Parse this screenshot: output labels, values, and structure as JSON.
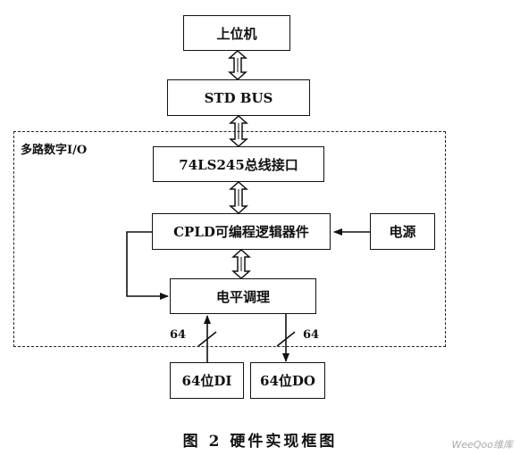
{
  "diagram": {
    "nodes": {
      "host": "上位机",
      "std_bus": "STD BUS",
      "interface": "74LS245总线接口",
      "cpld": "CPLD可编程逻辑器件",
      "power": "电源",
      "level": "电平调理",
      "di": "64位DI",
      "do": "64位DO"
    },
    "group_label": "多路数字I/O",
    "bus_width_in": "64",
    "bus_width_out": "64",
    "edges": [
      {
        "from": "host",
        "to": "std_bus",
        "kind": "bidirectional-bus"
      },
      {
        "from": "std_bus",
        "to": "interface",
        "kind": "bidirectional-bus"
      },
      {
        "from": "interface",
        "to": "cpld",
        "kind": "bidirectional-bus"
      },
      {
        "from": "cpld",
        "to": "level",
        "kind": "bidirectional-bus"
      },
      {
        "from": "power",
        "to": "cpld",
        "kind": "arrow"
      },
      {
        "from": "cpld",
        "to": "level",
        "kind": "arrow-loop-left"
      },
      {
        "from": "di",
        "to": "level",
        "kind": "arrow"
      },
      {
        "from": "level",
        "to": "do",
        "kind": "arrow"
      }
    ]
  },
  "caption": "图 2   硬件实现框图",
  "watermark": "WeeQoo维库"
}
